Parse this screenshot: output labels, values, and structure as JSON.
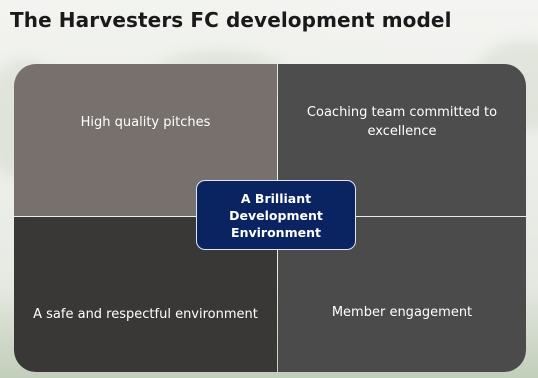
{
  "title": "The Harvesters FC development model",
  "quadrants": {
    "top_left": "High quality pitches",
    "top_right": "Coaching team committed to excellence",
    "bottom_left": "A safe and respectful environment",
    "bottom_right": "Member engagement"
  },
  "center": "A Brilliant Development Environment",
  "colors": {
    "top_left": "#77706d",
    "top_right": "#4d4d4d",
    "bottom_left": "#3a3836",
    "bottom_right": "#4b4b4b",
    "center": "#0a2462"
  }
}
